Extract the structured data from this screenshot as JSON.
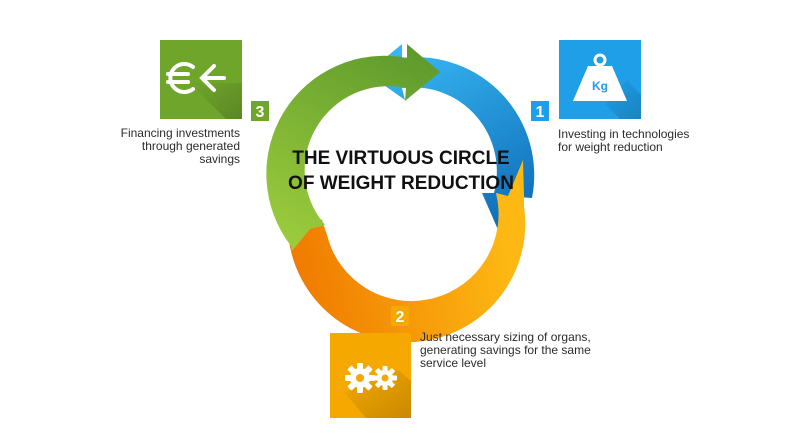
{
  "title": {
    "line1": "THE VIRTUOUS CIRCLE",
    "line2": "OF WEIGHT REDUCTION"
  },
  "steps": [
    {
      "number": "1",
      "icon": "weight-kg-icon",
      "icon_label": "Kg",
      "color": "#1E9FE8",
      "lines": [
        "Investing in technologies",
        "for weight reduction"
      ]
    },
    {
      "number": "2",
      "icon": "gears-icon",
      "color": "#F5A800",
      "lines": [
        "Just necessary sizing of organs,",
        "generating savings for the same",
        "service level"
      ]
    },
    {
      "number": "3",
      "icon": "euro-arrow-icon",
      "color": "#6FA52B",
      "lines": [
        "Financing investments",
        "through generated",
        "savings"
      ]
    }
  ],
  "colors": {
    "blue_light": "#37B7F2",
    "blue_dark": "#0E6BB8",
    "orange_light": "#FDB813",
    "orange_dark": "#F07D00",
    "green_light": "#9BCB3C",
    "green_dark": "#5E9A2C"
  }
}
